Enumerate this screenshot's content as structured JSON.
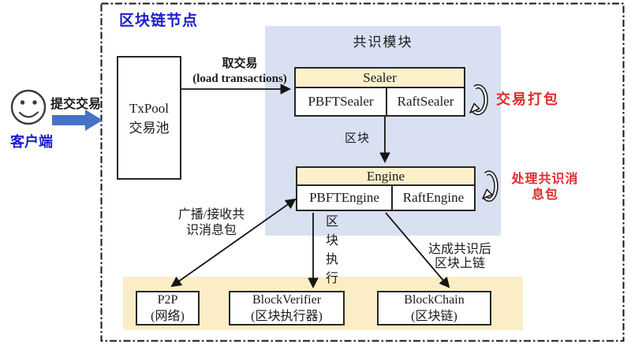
{
  "node": {
    "title": "区块链节点"
  },
  "client": {
    "label": "客户端",
    "submit_label": "提交交易"
  },
  "txpool": {
    "title": "TxPool",
    "subtitle": "交易池"
  },
  "load_edge": {
    "line1": "取交易",
    "line2": "(load transactions)"
  },
  "consensus": {
    "title": "共识模块",
    "sealer": {
      "header": "Sealer",
      "cell_left": "PBFTSealer",
      "cell_right": "RaftSealer",
      "loop_label": "交易打包"
    },
    "block_edge_label": "区块",
    "engine": {
      "header": "Engine",
      "cell_left": "PBFTEngine",
      "cell_right": "RaftEngine",
      "loop_label_line1": "处理共识消",
      "loop_label_line2": "息包"
    }
  },
  "edges": {
    "broadcast_line1": "广播/接收共",
    "broadcast_line2": "识消息包",
    "exec_label": "区块执行",
    "commit_line1": "达成共识后",
    "commit_line2": "区块上链"
  },
  "storage": {
    "p2p": {
      "name": "P2P",
      "subtitle": "(网络)"
    },
    "verifier": {
      "name": "BlockVerifier",
      "subtitle": "(区块执行器)"
    },
    "chain": {
      "name": "BlockChain",
      "subtitle": "(区块链)"
    }
  },
  "colors": {
    "consensus_bg": "#D9E0F1",
    "panel_cream": "#FDF1CC",
    "band_cream": "#FBEEC6",
    "accent_blue": "#1C1CCE",
    "arrow_blue": "#4472C4",
    "loop_red": "#E02B2B",
    "line_black": "#151515"
  }
}
